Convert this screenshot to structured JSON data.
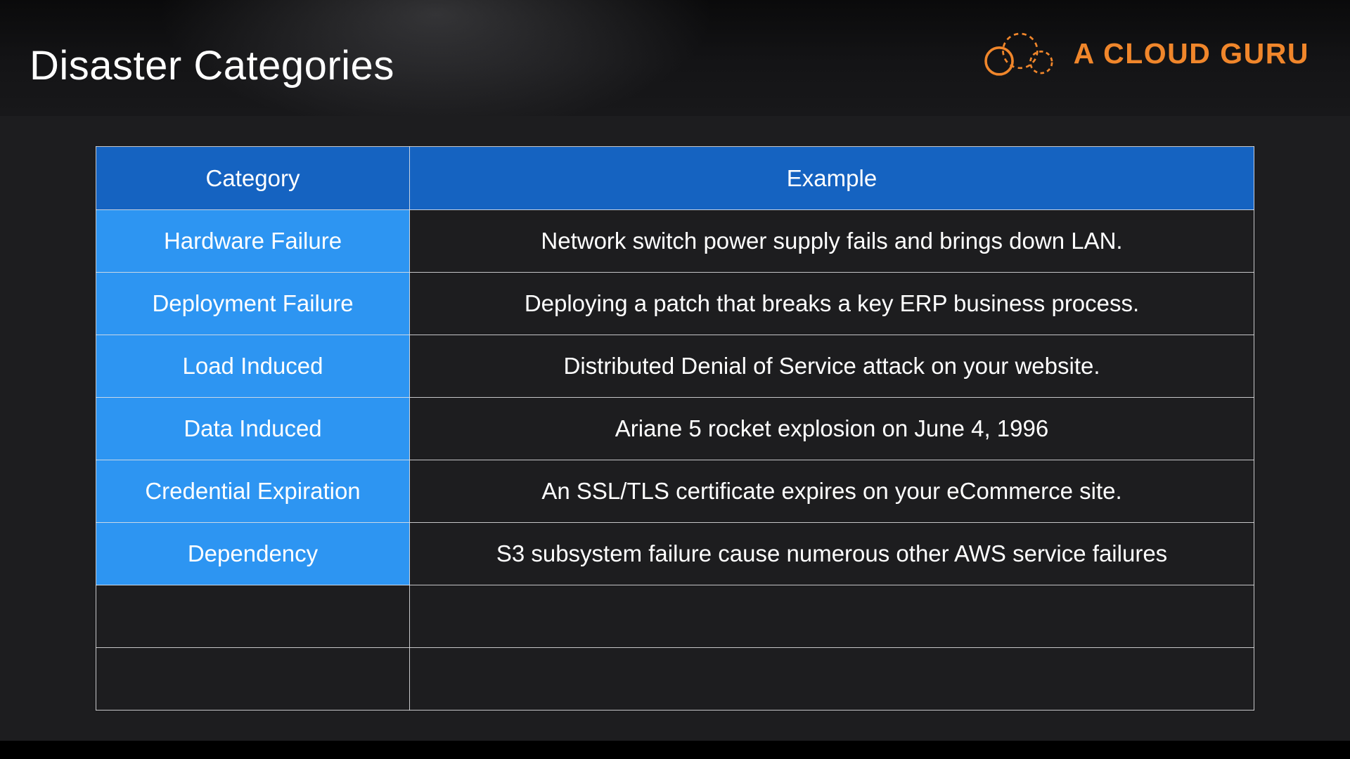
{
  "slide": {
    "title": "Disaster Categories",
    "brand": {
      "name": "A CLOUD GURU",
      "logo_icon": "cloud-icon",
      "color": "#F0862B"
    },
    "colors": {
      "background": "#1d1d1f",
      "top_band": "#121214",
      "bottom_bar": "#000000",
      "table_header_bg": "#1563C1",
      "table_category_bg": "#2D95F2",
      "table_border": "#E4E4E6",
      "text": "#FFFFFF"
    }
  },
  "table": {
    "headers": [
      "Category",
      "Example"
    ],
    "rows": [
      {
        "category": "Hardware Failure",
        "example": "Network switch power supply fails and brings down LAN."
      },
      {
        "category": "Deployment Failure",
        "example": "Deploying a patch that breaks a key ERP business process."
      },
      {
        "category": "Load Induced",
        "example": "Distributed Denial of Service attack on your website."
      },
      {
        "category": "Data Induced",
        "example": "Ariane 5 rocket explosion on June 4, 1996"
      },
      {
        "category": "Credential Expiration",
        "example": "An SSL/TLS certificate expires on your eCommerce site."
      },
      {
        "category": "Dependency",
        "example": "S3 subsystem failure cause numerous other AWS service failures"
      },
      {
        "category": "",
        "example": ""
      },
      {
        "category": "",
        "example": ""
      }
    ]
  }
}
